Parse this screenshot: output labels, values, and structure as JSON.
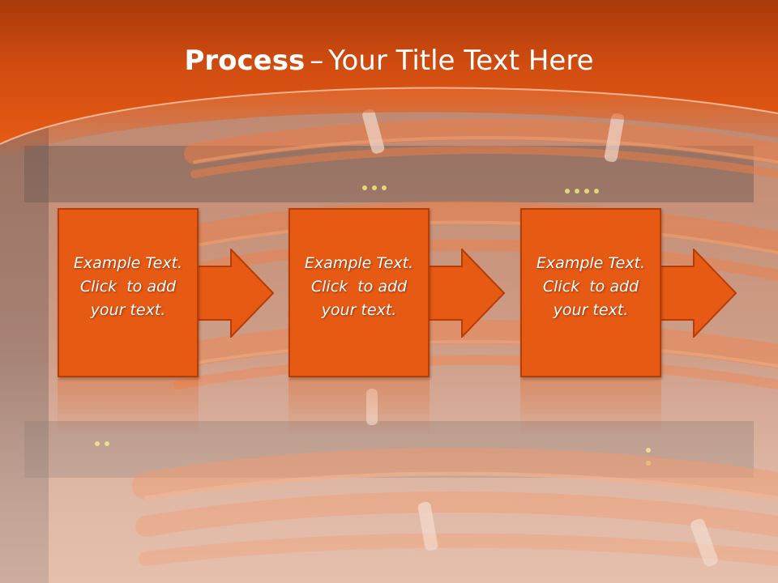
{
  "slide": {
    "title_bold": "Process",
    "title_separator": "–",
    "title_rest": "Your Title Text Here"
  },
  "steps": [
    {
      "line1": "Example Text.",
      "line2": "Click  to add",
      "line3": "your text."
    },
    {
      "line1": "Example Text.",
      "line2": "Click  to add",
      "line3": "your text."
    },
    {
      "line1": "Example Text.",
      "line2": "Click  to add",
      "line3": "your text."
    }
  ],
  "colors": {
    "accent": "#e65a14",
    "accent_border": "#b53d08",
    "header_top": "#d84f12",
    "background_tint": "#c98a6e"
  },
  "icons": [
    "arrow-right-icon"
  ]
}
